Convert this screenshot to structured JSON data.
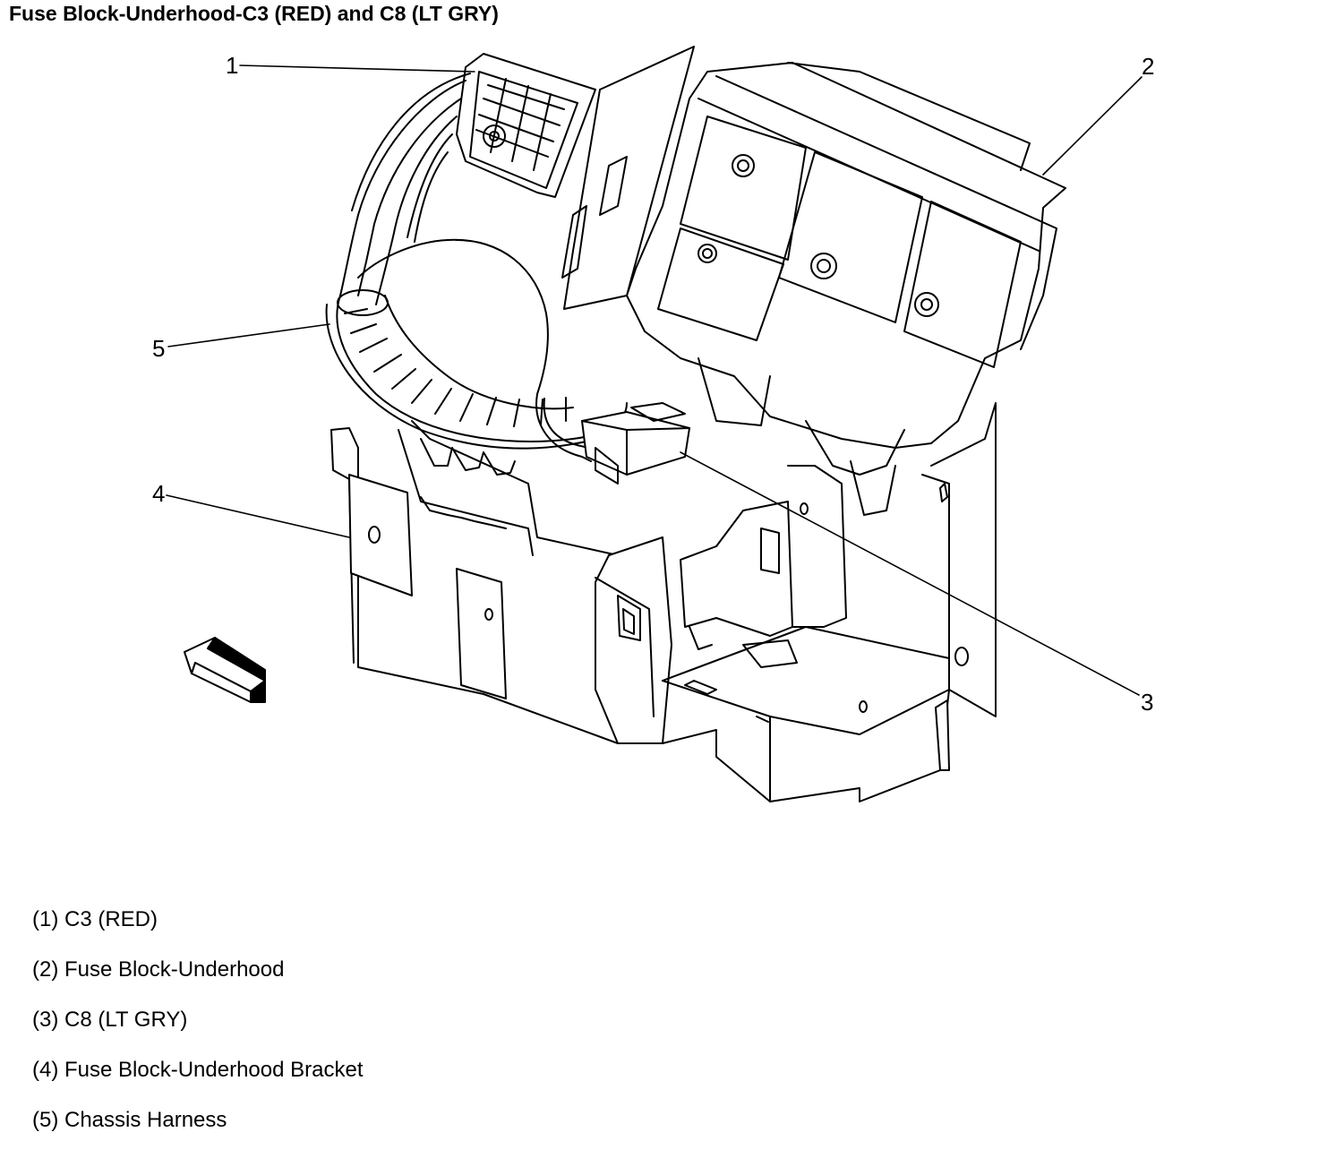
{
  "title": "Fuse Block-Underhood-C3 (RED) and C8 (LT GRY)",
  "callouts": [
    "1",
    "2",
    "3",
    "4",
    "5"
  ],
  "legend": [
    "(1) C3 (RED)",
    "(2) Fuse Block-Underhood",
    "(3) C8 (LT GRY)",
    "(4) Fuse Block-Underhood Bracket",
    "(5) Chassis Harness"
  ],
  "colors": {
    "line": "#000000",
    "background": "#ffffff"
  },
  "icons": {
    "direction_arrow": "forward-arrow-icon"
  }
}
